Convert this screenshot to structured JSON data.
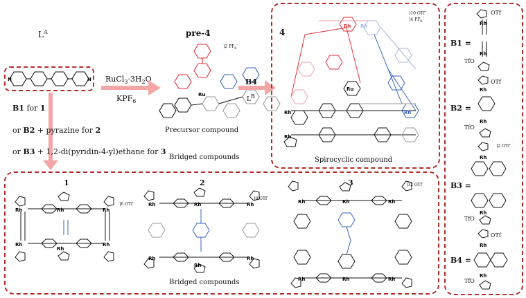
{
  "ligand_a": {
    "label": "L",
    "superscript": "A"
  },
  "reagents": {
    "ru_line1_base": "RuCl",
    "ru_line1_sub": "3",
    "ru_line1_rest": "·3H",
    "ru_line1_sub2": "2",
    "ru_line1_end": "O",
    "kpf_base": "KPF",
    "kpf_sub": "6"
  },
  "precursor": {
    "title": "pre-4",
    "charge": "2 PF",
    "charge_sub": "6",
    "charge_sup": "-",
    "caption": "Precursor compound",
    "bridged_caption": "Bridged compounds"
  },
  "step_b4": {
    "title": "B4",
    "lb": "L",
    "lb_sup": "B"
  },
  "compound4": {
    "title": "4",
    "charge1": "10 OTf",
    "charge1_sup": "-",
    "charge2": "4 PF",
    "charge2_sub": "6",
    "charge2_sup": "-",
    "caption": "Spirocyclic compound"
  },
  "conditions": {
    "b1": "B1",
    "b1_rest": " for ",
    "b1_num": "1",
    "b2_pre": "or ",
    "b2": "B2",
    "b2_rest": " + pyrazine for ",
    "b2_num": "2",
    "b3_pre": "or ",
    "b3": "B3",
    "b3_rest": " + 1,2-di(pyridin-4-yl)ethane for ",
    "b3_num": "3"
  },
  "bridged": {
    "c1": "1",
    "c1_charge": "6 OTf",
    "c2": "2",
    "c2_charge": "8 OTf",
    "c3": "3",
    "c3_charge": "12 OTf",
    "charge_sup": "-",
    "caption": "Bridged compounds"
  },
  "building_blocks": [
    {
      "label": "B1",
      "eq": "=",
      "otf_top": "OTf",
      "otf_bottom": "TfO"
    },
    {
      "label": "B2",
      "eq": "=",
      "otf_top": "OTf",
      "otf_bottom": "TfO"
    },
    {
      "label": "B3",
      "eq": "=",
      "charge": "2 OTf",
      "charge_sup": "-",
      "otf_bottom": "TfO"
    },
    {
      "label": "B4",
      "eq": "=",
      "otf_top": "OTf",
      "otf_bottom": "TfO"
    }
  ],
  "atoms": {
    "rh": "Rh",
    "ru": "Ru",
    "n": "N",
    "o": "O"
  },
  "colors": {
    "frame": "#b32c2c",
    "arrow": "#f4a6a6",
    "red": "#e0303a",
    "blue": "#3a63b8",
    "gray": "#9a9a9a",
    "pink": "#f0a0a8",
    "lightblue": "#a8b8e0"
  }
}
